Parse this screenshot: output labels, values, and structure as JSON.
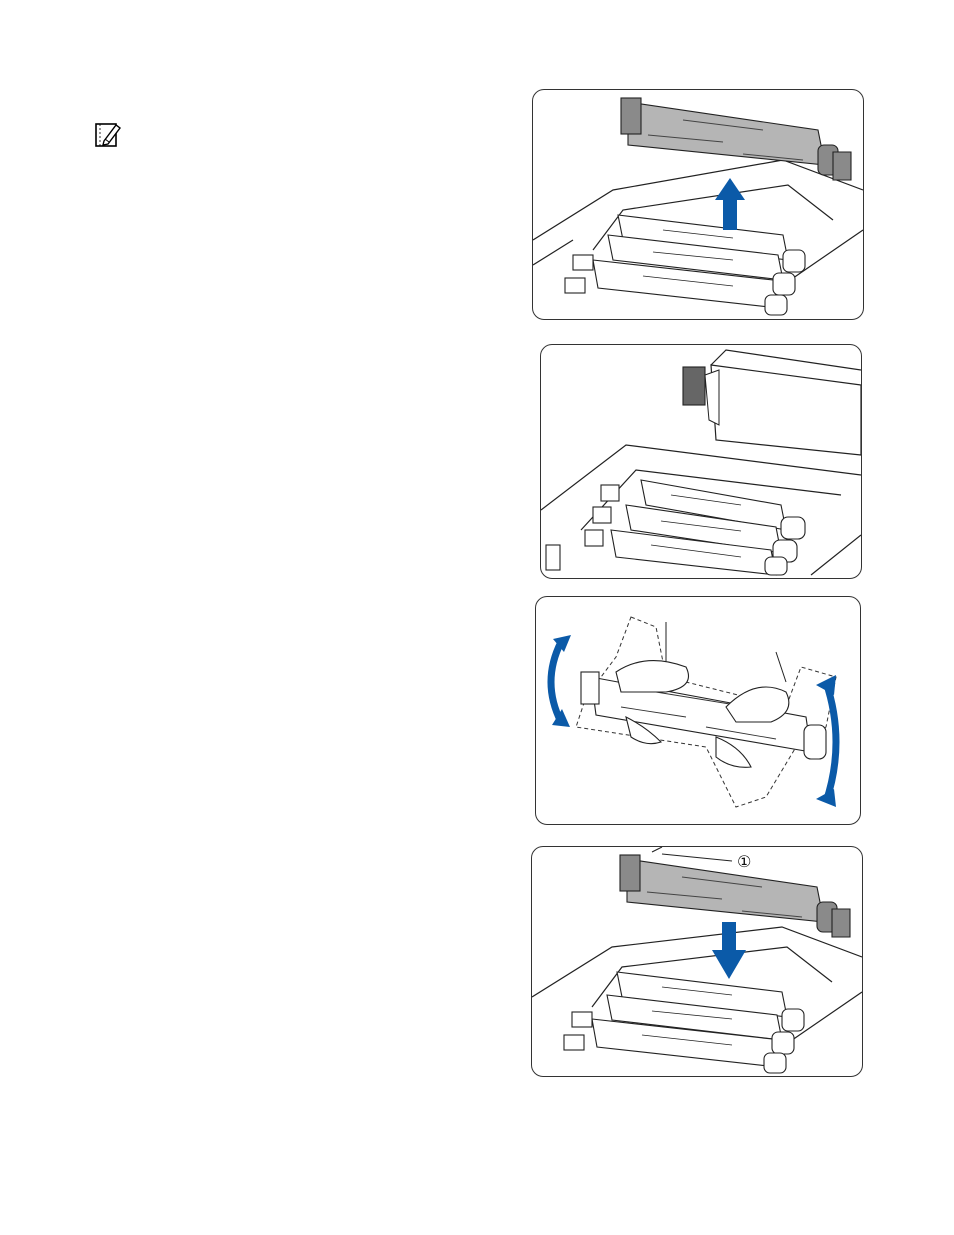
{
  "icons": {
    "note": "note-pencil-icon"
  },
  "colors": {
    "arrow_blue": "#0b5aa8",
    "cartridge_grey": "#b5b5b5",
    "line": "#222222"
  },
  "figures": [
    {
      "name": "remove-toner-cartridge",
      "arrow": "up"
    },
    {
      "name": "unpack-new-cartridge"
    },
    {
      "name": "shake-cartridge",
      "arrows": "rotate"
    },
    {
      "name": "insert-toner-cartridge",
      "arrow": "down",
      "callout_label": "①"
    }
  ]
}
